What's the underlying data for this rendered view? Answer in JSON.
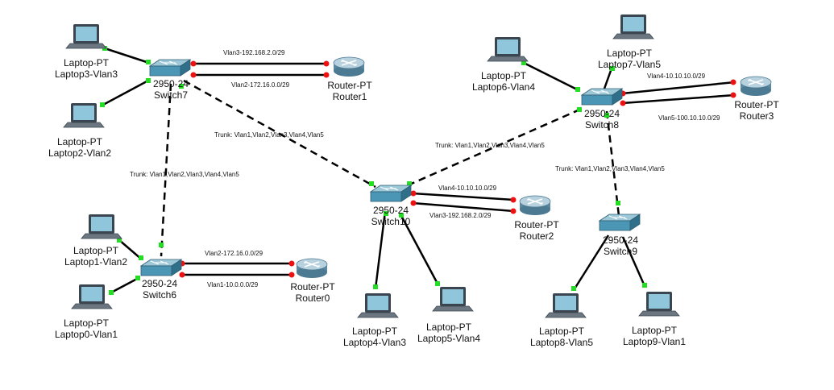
{
  "devices": {
    "switch7": {
      "model": "2950-24",
      "name": "Switch7"
    },
    "switch6": {
      "model": "2950-24",
      "name": "Switch6"
    },
    "switch10": {
      "model": "2950-24",
      "name": "Switch10"
    },
    "switch8": {
      "model": "2950-24",
      "name": "Switch8"
    },
    "switch9": {
      "model": "2950-24",
      "name": "Switch9"
    },
    "router1": {
      "type": "Router-PT",
      "name": "Router1"
    },
    "router0": {
      "type": "Router-PT",
      "name": "Router0"
    },
    "router2": {
      "type": "Router-PT",
      "name": "Router2"
    },
    "router3": {
      "type": "Router-PT",
      "name": "Router3"
    },
    "laptop3": {
      "type": "Laptop-PT",
      "name": "Laptop3-Vlan3"
    },
    "laptop2": {
      "type": "Laptop-PT",
      "name": "Laptop2-Vlan2"
    },
    "laptop1": {
      "type": "Laptop-PT",
      "name": "Laptop1-Vlan2"
    },
    "laptop0": {
      "type": "Laptop-PT",
      "name": "Laptop0-Vlan1"
    },
    "laptop4": {
      "type": "Laptop-PT",
      "name": "Laptop4-Vlan3"
    },
    "laptop5": {
      "type": "Laptop-PT",
      "name": "Laptop5-Vlan4"
    },
    "laptop6": {
      "type": "Laptop-PT",
      "name": "Laptop6-Vlan4"
    },
    "laptop7": {
      "type": "Laptop-PT",
      "name": "Laptop7-Vlan5"
    },
    "laptop8": {
      "type": "Laptop-PT",
      "name": "Laptop8-Vlan5"
    },
    "laptop9": {
      "type": "Laptop-PT",
      "name": "Laptop9-Vlan1"
    }
  },
  "links": {
    "sw7_r1_a": "Vlan3-192.168.2.0/29",
    "sw7_r1_b": "Vlan2-172.16.0.0/29",
    "sw6_r0_a": "Vlan2-172.16.0.0/29",
    "sw6_r0_b": "Vlan1-10.0.0.0/29",
    "sw10_r2_a": "Vlan4-10.10.10.0/29",
    "sw10_r2_b": "Vlan3-192.168.2.0/29",
    "sw8_r3_a": "Vlan4-10.10.10.0/29",
    "sw8_r3_b": "Vlan5-100.10.10.0/29",
    "trunk_sw7_sw10": "Trunk: Vlan1,Vlan2,Vlan3,Vlan4,Vlan5",
    "trunk_sw7_sw6": "Trunk: Vlan1,Vlan2,Vlan3,Vlan4,Vlan5",
    "trunk_sw10_sw8": "Trunk: Vlan1,Vlan2,Vlan3,Vlan4,Vlan5",
    "trunk_sw8_sw9": "Trunk: Vlan1,Vlan2,Vlan3,Vlan4,Vlan5"
  },
  "colors": {
    "link_up": "#22dd22",
    "link_down": "#ee1111",
    "switch_body": "#4b96b4",
    "router_body": "#8fb3c6"
  }
}
